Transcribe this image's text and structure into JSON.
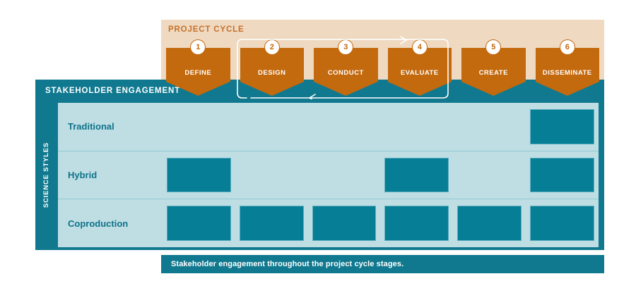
{
  "banner": {
    "title": "PROJECT CYCLE",
    "bg_color": "#EFD9C1",
    "accent_color": "#C6712A"
  },
  "stages": [
    {
      "number": "1",
      "label": "DEFINE"
    },
    {
      "number": "2",
      "label": "DESIGN"
    },
    {
      "number": "3",
      "label": "CONDUCT"
    },
    {
      "number": "4",
      "label": "EVALUATE"
    },
    {
      "number": "5",
      "label": "CREATE"
    },
    {
      "number": "6",
      "label": "DISSEMINATE"
    }
  ],
  "panel": {
    "title": "STAKEHOLDER ENGAGEMENT",
    "axis_label": "SCIENCE STYLES",
    "bg_color": "#11798F",
    "matrix_bg_color": "#BEDEE4",
    "mark_color": "#057E96"
  },
  "matrix": {
    "columns": [
      "DEFINE",
      "DESIGN",
      "CONDUCT",
      "EVALUATE",
      "CREATE",
      "DISSEMINATE"
    ],
    "rows": [
      {
        "label": "Traditional",
        "marks": [
          false,
          false,
          false,
          false,
          false,
          true
        ]
      },
      {
        "label": "Hybrid",
        "marks": [
          true,
          false,
          false,
          true,
          false,
          true
        ]
      },
      {
        "label": "Coproduction",
        "marks": [
          true,
          true,
          true,
          true,
          true,
          true
        ]
      }
    ]
  },
  "iteration_loop": {
    "spans_stages": [
      "DESIGN",
      "CONDUCT",
      "EVALUATE"
    ],
    "color": "#FFFFFF"
  },
  "caption": {
    "text": "Stakeholder engagement throughout the project cycle stages."
  },
  "stage_colors": {
    "box": "#C3690E",
    "number_text": "#C3690E",
    "label_text": "#FFFFFF"
  }
}
